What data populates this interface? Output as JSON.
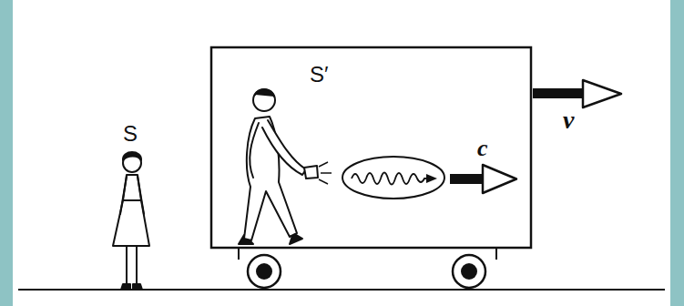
{
  "diagram": {
    "labels": [
      "S",
      "S′",
      "c",
      "v"
    ]
  }
}
